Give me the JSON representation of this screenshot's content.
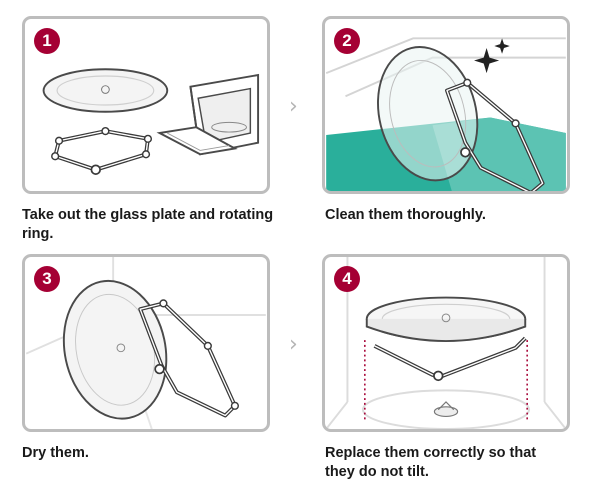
{
  "steps": [
    {
      "number": "1",
      "caption": [
        "Take out the glass plate and rotating ring."
      ]
    },
    {
      "number": "2",
      "caption": [
        "Clean them thoroughly."
      ]
    },
    {
      "number": "3",
      "caption": [
        "Dry them."
      ]
    },
    {
      "number": "4",
      "caption": [
        "Replace them correctly so that",
        "they do not tilt."
      ]
    }
  ],
  "colors": {
    "badge": "#a50034",
    "panel_border": "#bdbdbd",
    "water": "#2aaf9b",
    "line": "#4a4a4a",
    "dotted_guide": "#a50034"
  },
  "icons": {
    "between_steps": "chevron-right-icon",
    "sparkle": "sparkle-icon"
  },
  "arrow_glyph": "›"
}
